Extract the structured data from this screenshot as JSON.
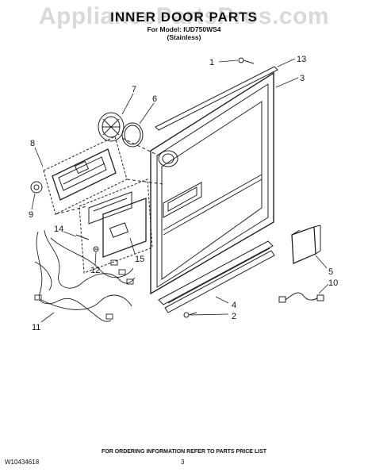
{
  "watermark": "AppliancePartsPros.com",
  "header": {
    "title": "INNER DOOR PARTS",
    "model": "For Model: IUD750WS4",
    "variant": "(Stainless)"
  },
  "callouts": [
    "1",
    "2",
    "3",
    "4",
    "5",
    "6",
    "7",
    "8",
    "9",
    "10",
    "11",
    "12",
    "13",
    "14",
    "15"
  ],
  "footer": {
    "note": "FOR ORDERING INFORMATION REFER TO PARTS PRICE LIST",
    "doc_number": "W10434618",
    "page_number": "3"
  }
}
